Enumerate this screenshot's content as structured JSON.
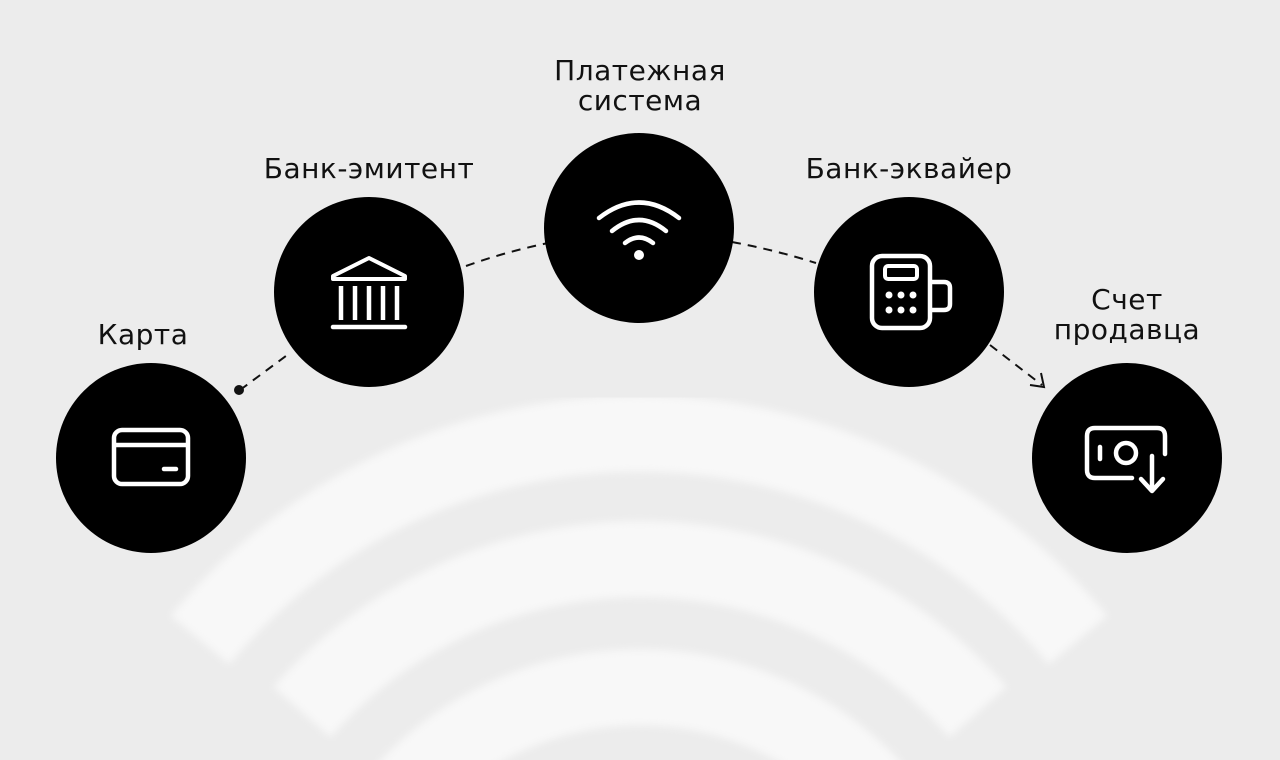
{
  "nodes": {
    "card": {
      "label": "Карта",
      "icon": "credit-card-icon"
    },
    "issuer": {
      "label": "Банк-эмитент",
      "icon": "bank-building-icon"
    },
    "network": {
      "label_lines": [
        "Платежная",
        "система"
      ],
      "icon": "wireless-signal-icon"
    },
    "acquirer": {
      "label": "Банк-эквайер",
      "icon": "pos-terminal-icon"
    },
    "merchant": {
      "label_lines": [
        "Счет",
        "продавца"
      ],
      "icon": "cash-deposit-icon"
    }
  },
  "colors": {
    "background": "#ececec",
    "node": "#000000",
    "icon": "#ffffff",
    "text": "#111111",
    "arc": "#f8f8f8"
  }
}
